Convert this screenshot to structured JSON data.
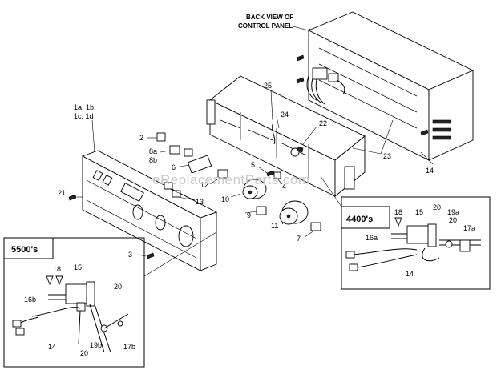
{
  "watermark": "eReplacementParts.com",
  "back_view_caption": [
    "BACK VIEW OF",
    "CONTROL PANEL"
  ],
  "inset_5500": {
    "title": "5500's",
    "labels": [
      "18",
      "15",
      "20",
      "16b",
      "14",
      "19b",
      "20",
      "17b"
    ]
  },
  "inset_4400": {
    "title": "4400's",
    "labels": [
      "18",
      "15",
      "20",
      "19a",
      "20",
      "17a",
      "16a",
      "14"
    ]
  },
  "callouts": [
    "1a, 1b",
    "1c, 1d",
    "2",
    "8a",
    "8b",
    "6",
    "12",
    "13",
    "21",
    "3",
    "5",
    "4",
    "10",
    "9",
    "11",
    "7",
    "25",
    "24",
    "22",
    "23",
    "14"
  ]
}
